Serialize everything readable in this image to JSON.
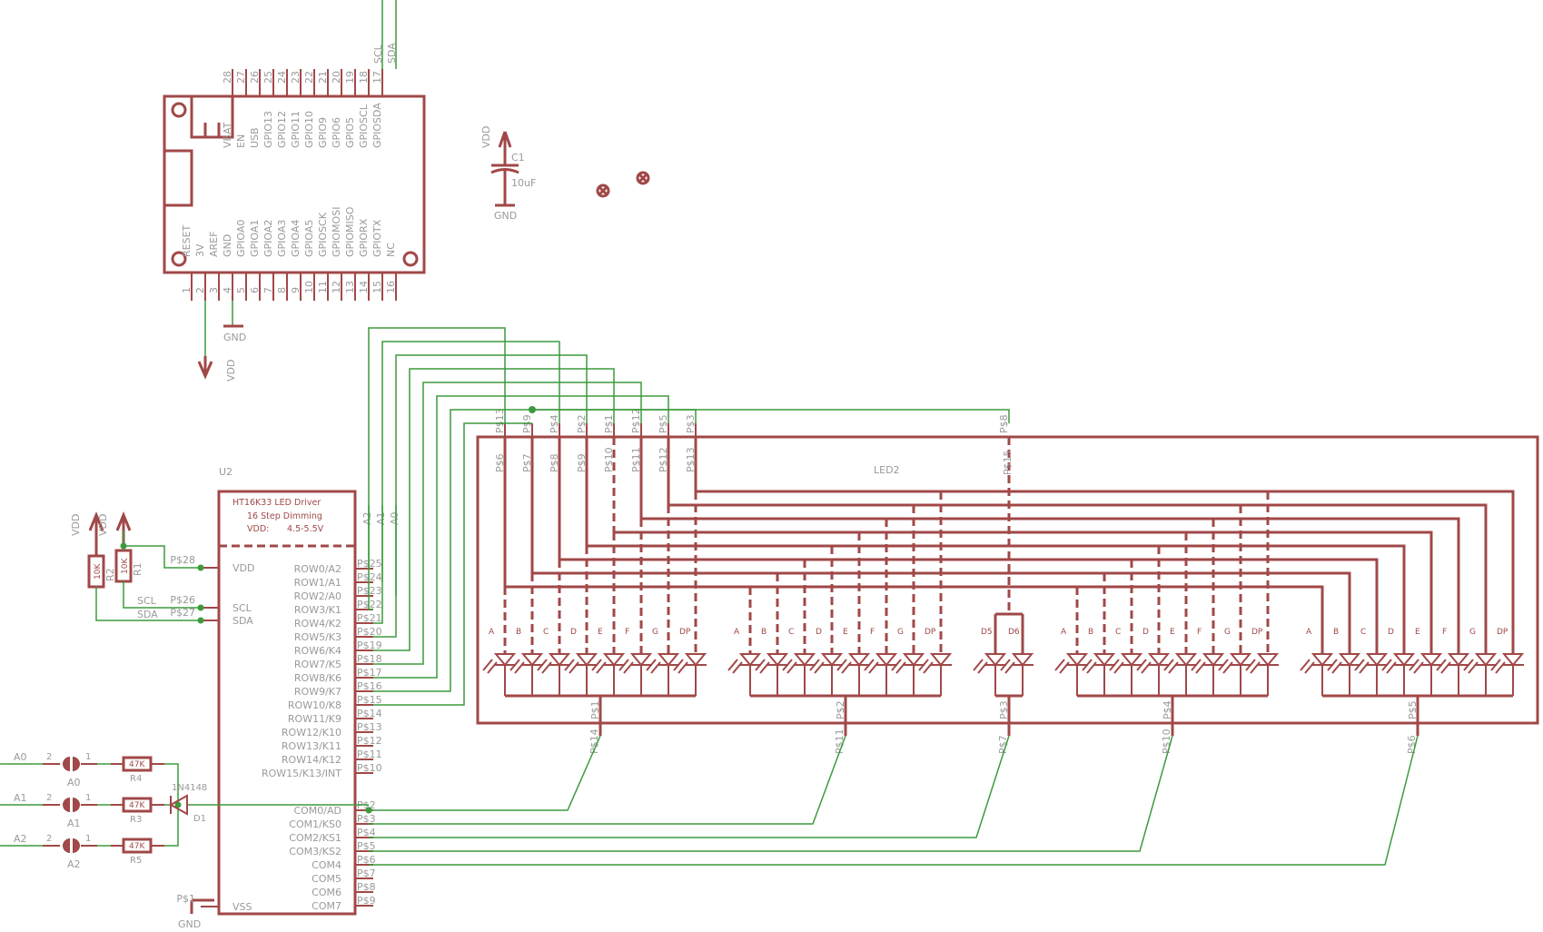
{
  "colors": {
    "part": "#a14848",
    "wire": "#3d9a3d",
    "label": "#9a9a9a",
    "background": "#ffffff"
  },
  "feather": {
    "top_pins": [
      {
        "num": "28",
        "name": "VBAT"
      },
      {
        "num": "27",
        "name": "EN"
      },
      {
        "num": "26",
        "name": "USB"
      },
      {
        "num": "25",
        "name": "GPIO13"
      },
      {
        "num": "24",
        "name": "GPIO12"
      },
      {
        "num": "23",
        "name": "GPIO11"
      },
      {
        "num": "22",
        "name": "GPIO10"
      },
      {
        "num": "21",
        "name": "GPIO9"
      },
      {
        "num": "20",
        "name": "GPIO6"
      },
      {
        "num": "19",
        "name": "GPIO5"
      },
      {
        "num": "18",
        "name": "GPIOSCL"
      },
      {
        "num": "17",
        "name": "GPIOSDA"
      }
    ],
    "bottom_pins": [
      {
        "num": "1",
        "name": "RESET"
      },
      {
        "num": "2",
        "name": "3V"
      },
      {
        "num": "3",
        "name": "AREF"
      },
      {
        "num": "4",
        "name": "GND"
      },
      {
        "num": "5",
        "name": "GPIOA0"
      },
      {
        "num": "6",
        "name": "GPIOA1"
      },
      {
        "num": "7",
        "name": "GPIOA2"
      },
      {
        "num": "8",
        "name": "GPIOA3"
      },
      {
        "num": "9",
        "name": "GPIOA4"
      },
      {
        "num": "10",
        "name": "GPIOA5"
      },
      {
        "num": "11",
        "name": "GPIOSCK"
      },
      {
        "num": "12",
        "name": "GPIOMOSI"
      },
      {
        "num": "13",
        "name": "GPIOMISO"
      },
      {
        "num": "14",
        "name": "GPIORX"
      },
      {
        "num": "15",
        "name": "GPIOTX"
      },
      {
        "num": "16",
        "name": "NC"
      }
    ],
    "net_scl": "SCL",
    "net_sda": "SDA",
    "gnd_label": "GND",
    "vdd_label": "VDD"
  },
  "capacitor": {
    "name": "C1",
    "value": "10uF",
    "vdd": "VDD",
    "gnd": "GND"
  },
  "driver": {
    "ref": "U2",
    "title": "HT16K33 LED Driver",
    "subtitle": "16 Step Dimming",
    "vdd_label": "VDD:",
    "vdd_range": "4.5-5.5V",
    "left_pins": [
      {
        "pad": "P$28",
        "name": "VDD"
      },
      {
        "pad": "P$26",
        "name": "SCL"
      },
      {
        "pad": "P$27",
        "name": "SDA"
      },
      {
        "pad": "P$1",
        "name": "VSS"
      }
    ],
    "row_pins": [
      {
        "pad": "P$25",
        "name": "ROW0/A2"
      },
      {
        "pad": "P$24",
        "name": "ROW1/A1"
      },
      {
        "pad": "P$23",
        "name": "ROW2/A0"
      },
      {
        "pad": "P$22",
        "name": "ROW3/K1"
      },
      {
        "pad": "P$21",
        "name": "ROW4/K2"
      },
      {
        "pad": "P$20",
        "name": "ROW5/K3"
      },
      {
        "pad": "P$19",
        "name": "ROW6/K4"
      },
      {
        "pad": "P$18",
        "name": "ROW7/K5"
      },
      {
        "pad": "P$17",
        "name": "ROW8/K6"
      },
      {
        "pad": "P$16",
        "name": "ROW9/K7"
      },
      {
        "pad": "P$15",
        "name": "ROW10/K8"
      },
      {
        "pad": "P$14",
        "name": "ROW11/K9"
      },
      {
        "pad": "P$13",
        "name": "ROW12/K10"
      },
      {
        "pad": "P$12",
        "name": "ROW13/K11"
      },
      {
        "pad": "P$11",
        "name": "ROW14/K12"
      },
      {
        "pad": "P$10",
        "name": "ROW15/K13/INT"
      }
    ],
    "com_pins": [
      {
        "pad": "P$2",
        "name": "COM0/AD"
      },
      {
        "pad": "P$3",
        "name": "COM1/KS0"
      },
      {
        "pad": "P$4",
        "name": "COM2/KS1"
      },
      {
        "pad": "P$5",
        "name": "COM3/KS2"
      },
      {
        "pad": "P$6",
        "name": "COM4"
      },
      {
        "pad": "P$7",
        "name": "COM5"
      },
      {
        "pad": "P$8",
        "name": "COM6"
      },
      {
        "pad": "P$9",
        "name": "COM7"
      }
    ],
    "addr_nets": [
      "A2",
      "A1",
      "A0"
    ],
    "gnd_label": "GND"
  },
  "pullups": [
    {
      "ref": "R2",
      "value": "10K",
      "vdd": "VDD",
      "net": "SDA"
    },
    {
      "ref": "R1",
      "value": "10K",
      "vdd": "VDD",
      "net": "SCL"
    }
  ],
  "address_jumpers": [
    {
      "net": "A0",
      "ref": "A0",
      "pin2": "2",
      "pin1": "1",
      "res_ref": "R4",
      "res_value": "47K"
    },
    {
      "net": "A1",
      "ref": "A1",
      "pin2": "2",
      "pin1": "1",
      "res_ref": "R3",
      "res_value": "47K"
    },
    {
      "net": "A2",
      "ref": "A2",
      "pin2": "2",
      "pin1": "1",
      "res_ref": "R5",
      "res_value": "47K"
    }
  ],
  "diode": {
    "ref": "D1",
    "value": "1N4148"
  },
  "display": {
    "ref": "LED2",
    "top_pads": [
      "P$13",
      "P$9",
      "P$4",
      "P$2",
      "P$1",
      "P$12",
      "P$5",
      "P$3"
    ],
    "inner_pads": [
      "P$6",
      "P$7",
      "P$8",
      "P$9",
      "P$10",
      "P$11",
      "P$12",
      "P$13"
    ],
    "colon_top_pad": "P$8",
    "colon_inner_pad": "P$15",
    "segments": [
      "A",
      "B",
      "C",
      "D",
      "E",
      "F",
      "G",
      "DP"
    ],
    "colon_segments": [
      "D5",
      "D6"
    ],
    "digit_common_pads": [
      "P$1",
      "P$2",
      "P$3",
      "P$4",
      "P$5"
    ],
    "digit_com_links": [
      "P$14",
      "P$11",
      "P$7",
      "P$10",
      "P$6"
    ]
  }
}
